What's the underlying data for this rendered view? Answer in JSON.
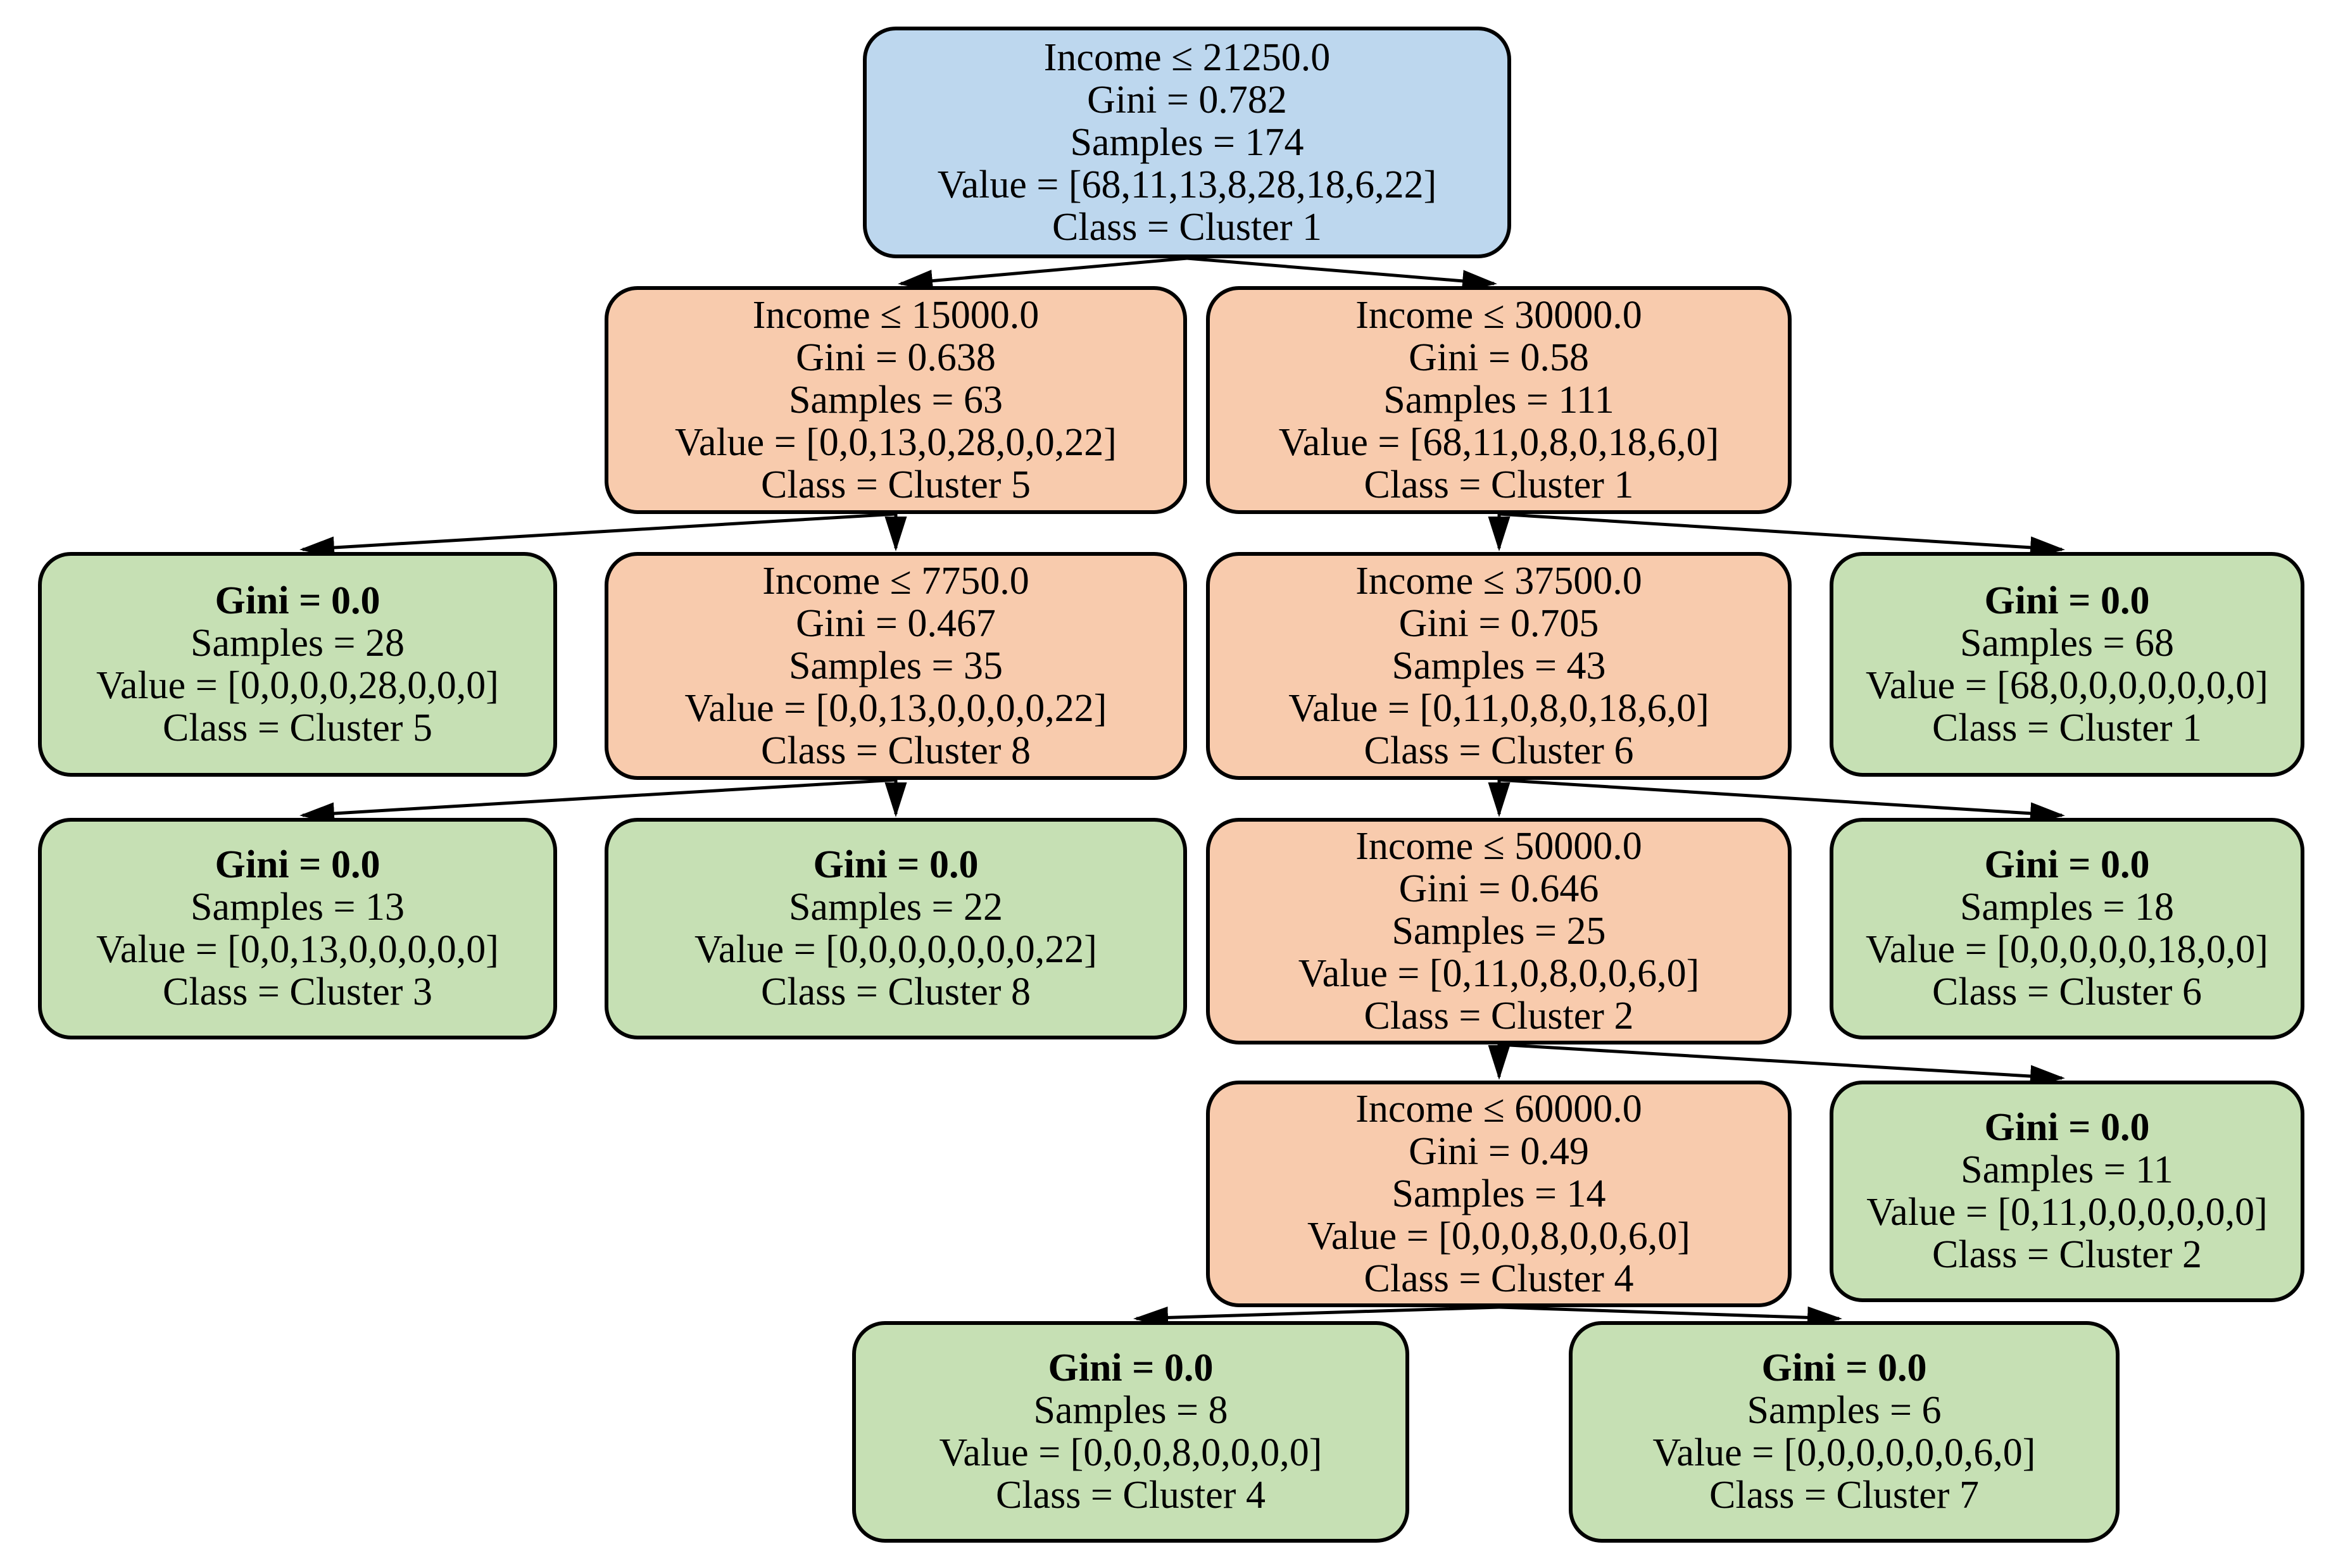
{
  "diagram": {
    "type": "decision-tree",
    "split_feature": "Income",
    "colors": {
      "root_fill": "#bdd7ee",
      "internal_fill": "#f8cbad",
      "leaf_fill": "#c6e0b4",
      "border": "#000000",
      "background": "#ffffff"
    },
    "nodes": [
      {
        "id": "root",
        "kind": "decision",
        "lines": [
          "Income ≤ 21250.0",
          "Gini = 0.782",
          "Samples = 174",
          "Value = [68,11,13,8,28,18,6,22]",
          "Class = Cluster 1"
        ]
      },
      {
        "id": "n2",
        "kind": "decision",
        "lines": [
          "Income ≤ 15000.0",
          "Gini = 0.638",
          "Samples = 63",
          "Value = [0,0,13,0,28,0,0,22]",
          "Class = Cluster 5"
        ]
      },
      {
        "id": "n3",
        "kind": "decision",
        "lines": [
          "Income ≤ 30000.0",
          "Gini = 0.58",
          "Samples = 111",
          "Value = [68,11,0,8,0,18,6,0]",
          "Class = Cluster 1"
        ]
      },
      {
        "id": "n4",
        "kind": "leaf",
        "lines": [
          "Gini = 0.0",
          "Samples = 28",
          "Value = [0,0,0,0,28,0,0,0]",
          "Class = Cluster 5"
        ]
      },
      {
        "id": "n5",
        "kind": "decision",
        "lines": [
          "Income ≤ 7750.0",
          "Gini = 0.467",
          "Samples = 35",
          "Value = [0,0,13,0,0,0,0,22]",
          "Class = Cluster 8"
        ]
      },
      {
        "id": "n6",
        "kind": "decision",
        "lines": [
          "Income ≤ 37500.0",
          "Gini = 0.705",
          "Samples = 43",
          "Value = [0,11,0,8,0,18,6,0]",
          "Class = Cluster 6"
        ]
      },
      {
        "id": "n7",
        "kind": "leaf",
        "lines": [
          "Gini = 0.0",
          "Samples = 68",
          "Value = [68,0,0,0,0,0,0,0]",
          "Class = Cluster 1"
        ]
      },
      {
        "id": "n8",
        "kind": "leaf",
        "lines": [
          "Gini = 0.0",
          "Samples = 13",
          "Value = [0,0,13,0,0,0,0,0]",
          "Class = Cluster 3"
        ]
      },
      {
        "id": "n9",
        "kind": "leaf",
        "lines": [
          "Gini = 0.0",
          "Samples = 22",
          "Value = [0,0,0,0,0,0,0,22]",
          "Class = Cluster 8"
        ]
      },
      {
        "id": "n10",
        "kind": "decision",
        "lines": [
          "Income ≤ 50000.0",
          "Gini = 0.646",
          "Samples = 25",
          "Value = [0,11,0,8,0,0,6,0]",
          "Class = Cluster 2"
        ]
      },
      {
        "id": "n11",
        "kind": "leaf",
        "lines": [
          "Gini = 0.0",
          "Samples = 18",
          "Value = [0,0,0,0,0,18,0,0]",
          "Class = Cluster 6"
        ]
      },
      {
        "id": "n12",
        "kind": "decision",
        "lines": [
          "Income ≤ 60000.0",
          "Gini = 0.49",
          "Samples = 14",
          "Value = [0,0,0,8,0,0,6,0]",
          "Class = Cluster 4"
        ]
      },
      {
        "id": "n13",
        "kind": "leaf",
        "lines": [
          "Gini = 0.0",
          "Samples = 11",
          "Value = [0,11,0,0,0,0,0,0]",
          "Class = Cluster 2"
        ]
      },
      {
        "id": "n14",
        "kind": "leaf",
        "lines": [
          "Gini = 0.0",
          "Samples = 8",
          "Value = [0,0,0,8,0,0,0,0]",
          "Class = Cluster 4"
        ]
      },
      {
        "id": "n15",
        "kind": "leaf",
        "lines": [
          "Gini = 0.0",
          "Samples = 6",
          "Value = [0,0,0,0,0,0,6,0]",
          "Class = Cluster 7"
        ]
      }
    ],
    "edges": [
      {
        "from": "root",
        "to": "n2"
      },
      {
        "from": "root",
        "to": "n3"
      },
      {
        "from": "n2",
        "to": "n4"
      },
      {
        "from": "n2",
        "to": "n5"
      },
      {
        "from": "n3",
        "to": "n6"
      },
      {
        "from": "n3",
        "to": "n7"
      },
      {
        "from": "n5",
        "to": "n8"
      },
      {
        "from": "n5",
        "to": "n9"
      },
      {
        "from": "n6",
        "to": "n10"
      },
      {
        "from": "n6",
        "to": "n11"
      },
      {
        "from": "n10",
        "to": "n12"
      },
      {
        "from": "n10",
        "to": "n13"
      },
      {
        "from": "n12",
        "to": "n14"
      },
      {
        "from": "n12",
        "to": "n15"
      }
    ]
  }
}
